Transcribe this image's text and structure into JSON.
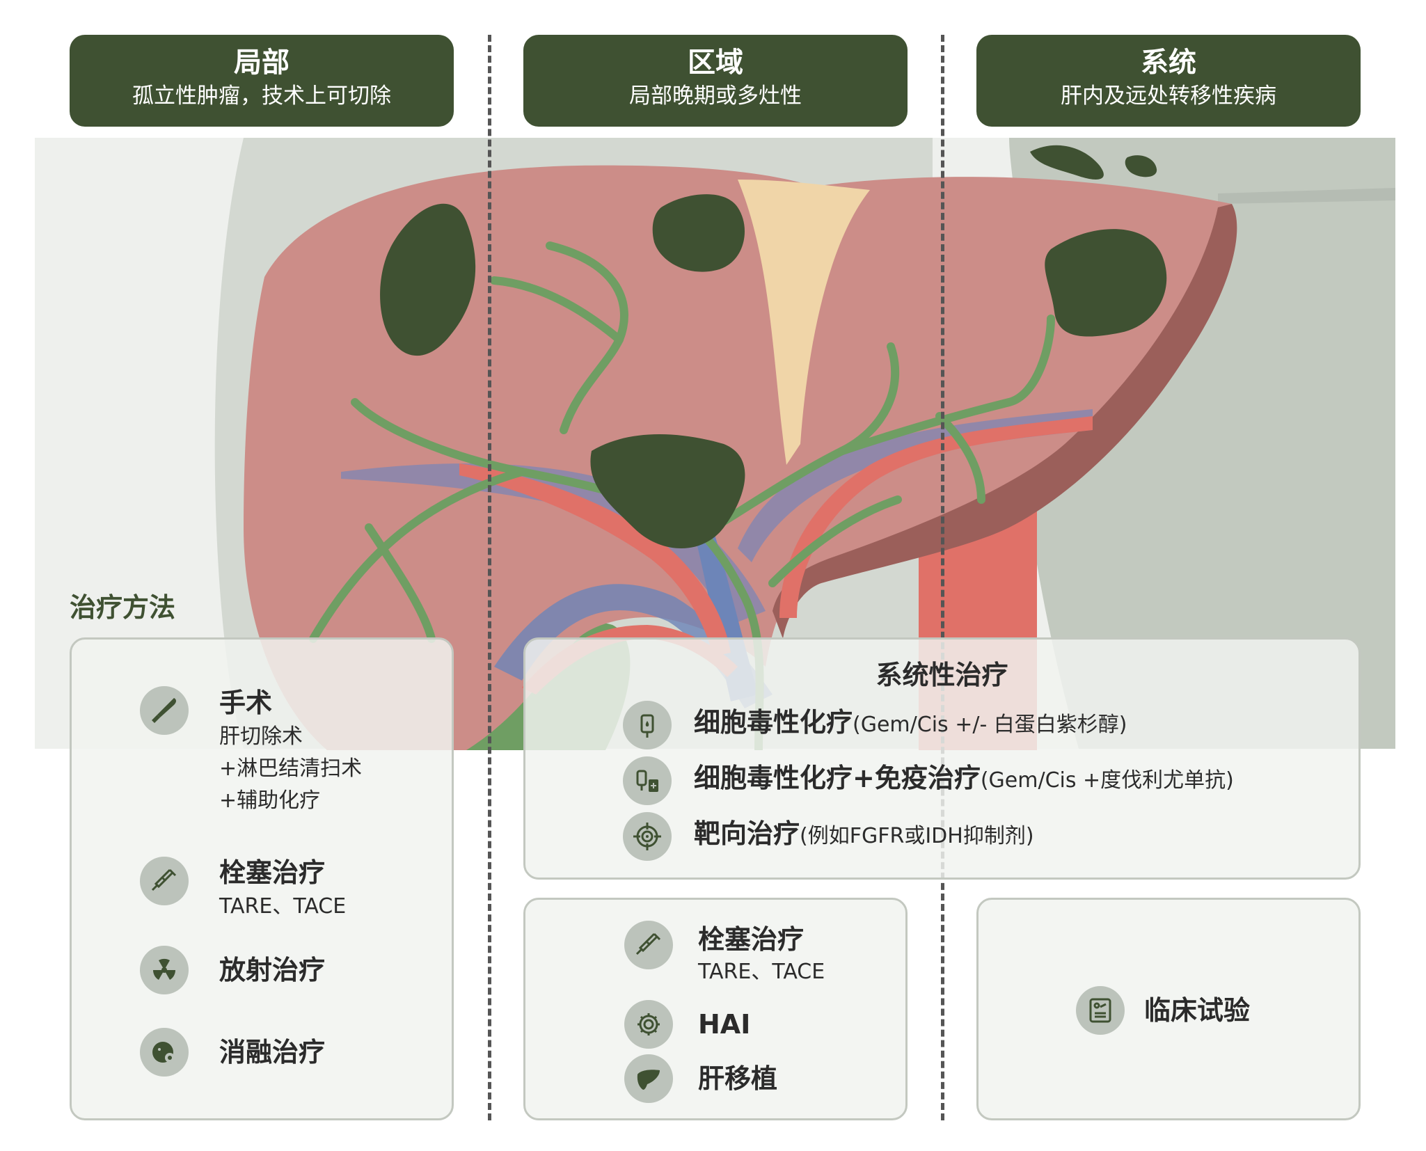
{
  "headers": [
    {
      "title": "局部",
      "subtitle": "孤立性肿瘤，技术上可切除"
    },
    {
      "title": "区域",
      "subtitle": "局部晚期或多灶性"
    },
    {
      "title": "系统",
      "subtitle": "肝内及远处转移性疾病"
    }
  ],
  "treatments_label": "治疗方法",
  "local": {
    "surgery": {
      "title": "手术",
      "lines": [
        "肝切除术",
        "+淋巴结清扫术",
        "+辅助化疗"
      ]
    },
    "embolization": {
      "title": "栓塞治疗",
      "sub": "TARE、TACE"
    },
    "radiation": {
      "title": "放射治疗"
    },
    "ablation": {
      "title": "消融治疗"
    }
  },
  "systemic": {
    "heading": "系统性治疗",
    "items": [
      {
        "title": "细胞毒性化疗",
        "note": "(Gem/Cis +/- 白蛋白紫杉醇)"
      },
      {
        "title": "细胞毒性化疗+免疫治疗",
        "note": "(Gem/Cis +度伐利尤单抗)"
      },
      {
        "title": "靶向治疗",
        "note": "(例如FGFR或IDH抑制剂)"
      }
    ]
  },
  "regional": {
    "embolization": {
      "title": "栓塞治疗",
      "sub": "TARE、TACE"
    },
    "hai": {
      "title": "HAI"
    },
    "transplant": {
      "title": "肝移植"
    }
  },
  "trial": {
    "title": "临床试验"
  },
  "colors": {
    "header_bg": "#3f5132",
    "liver": "#cc8d88",
    "tumor": "#3f5132",
    "bile_duct": "#6f9e63",
    "artery": "#e07168",
    "portal_vein": "#6d85b8",
    "background_organs": "#c4cbc2"
  },
  "icons": [
    "scalpel-icon",
    "syringe-icon",
    "radiation-icon",
    "ablation-icon",
    "iv-bag-icon",
    "iv-bag-pills-icon",
    "target-icon",
    "gear-icon",
    "liver-icon",
    "clinical-report-icon"
  ]
}
